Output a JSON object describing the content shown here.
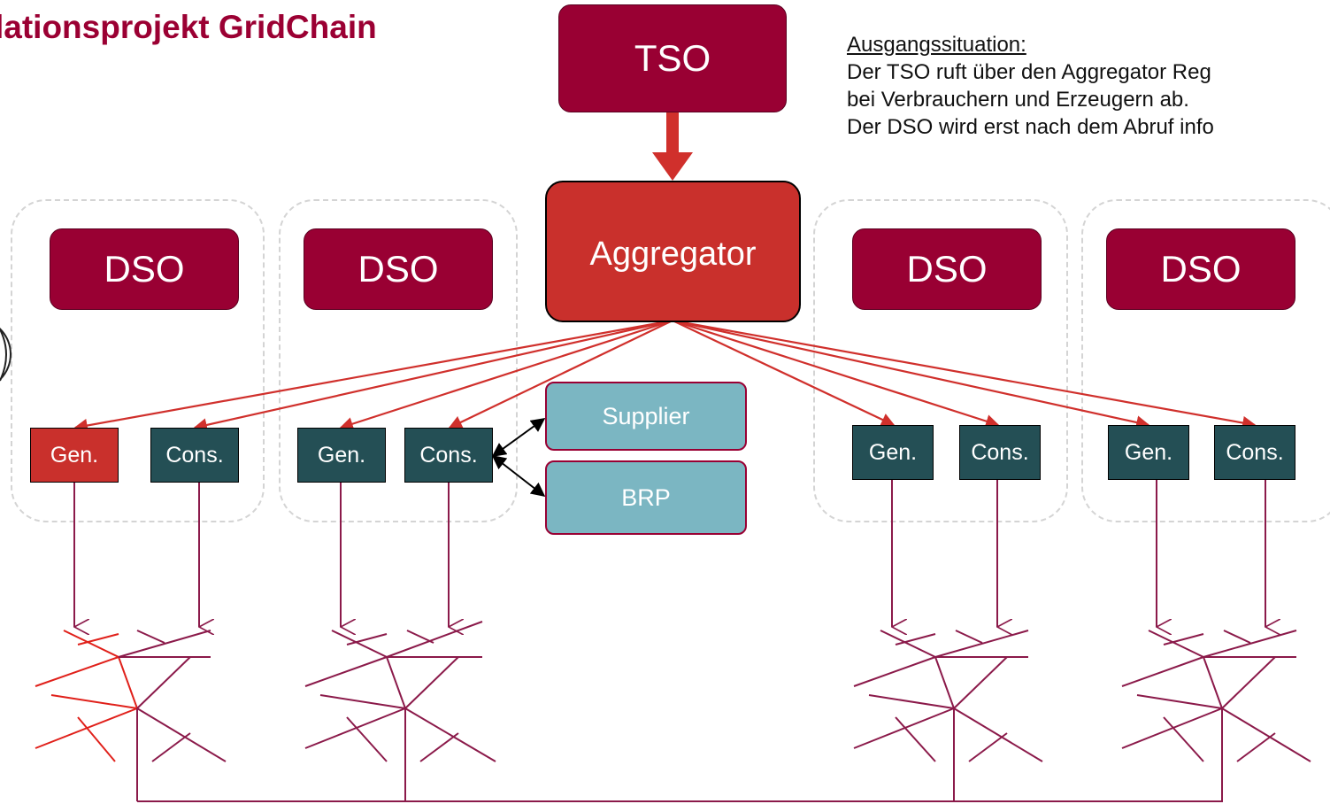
{
  "title": "lationsprojekt GridChain",
  "description": {
    "heading": "Ausgangssituation:",
    "line1": "Der TSO ruft über den Aggregator Reg",
    "line2": "bei Verbrauchern und Erzeugern ab.",
    "line3": "Der DSO wird erst nach dem Abruf info"
  },
  "tso": {
    "label": "TSO"
  },
  "aggregator": {
    "label": "Aggregator"
  },
  "dso_label": "DSO",
  "regions": [
    {
      "dso": "DSO",
      "gen": "Gen.",
      "cons": "Cons.",
      "gen_active": true
    },
    {
      "dso": "DSO",
      "gen": "Gen.",
      "cons": "Cons.",
      "gen_active": false
    },
    {
      "dso": "DSO",
      "gen": "Gen.",
      "cons": "Cons.",
      "gen_active": false
    },
    {
      "dso": "DSO",
      "gen": "Gen.",
      "cons": "Cons.",
      "gen_active": false
    }
  ],
  "supplier": {
    "label": "Supplier"
  },
  "brp": {
    "label": "BRP"
  },
  "colors": {
    "dark_red": "#990033",
    "accent_red": "#c9302c",
    "teal_dark": "#244f55",
    "teal_light": "#7bb6c2",
    "network_active": "#e0201a",
    "network": "#8b1a4a"
  }
}
